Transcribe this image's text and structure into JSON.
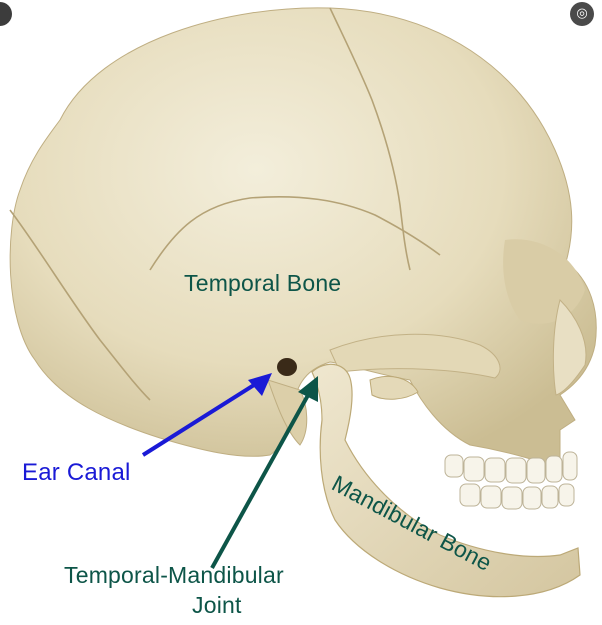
{
  "labels": {
    "temporal_bone": "Temporal Bone",
    "ear_canal": "Ear Canal",
    "tmj_line1": "Temporal-Mandibular",
    "tmj_line2": "Joint",
    "mandibular_bone": "Mandibular Bone"
  },
  "colors": {
    "temporal_label": "#0d5548",
    "ear_label": "#1a1ad6",
    "tmj_label": "#0d5548",
    "mandibular_label": "#0d5548",
    "ear_arrow": "#1a1ad6",
    "tmj_arrow": "#0d5548",
    "bone": "#ece4c9",
    "bone_shadow": "#c9bb94",
    "background": "#ffffff"
  },
  "icons": {
    "corner_left": "dark-circle-icon",
    "corner_right": "lens-search-icon"
  }
}
